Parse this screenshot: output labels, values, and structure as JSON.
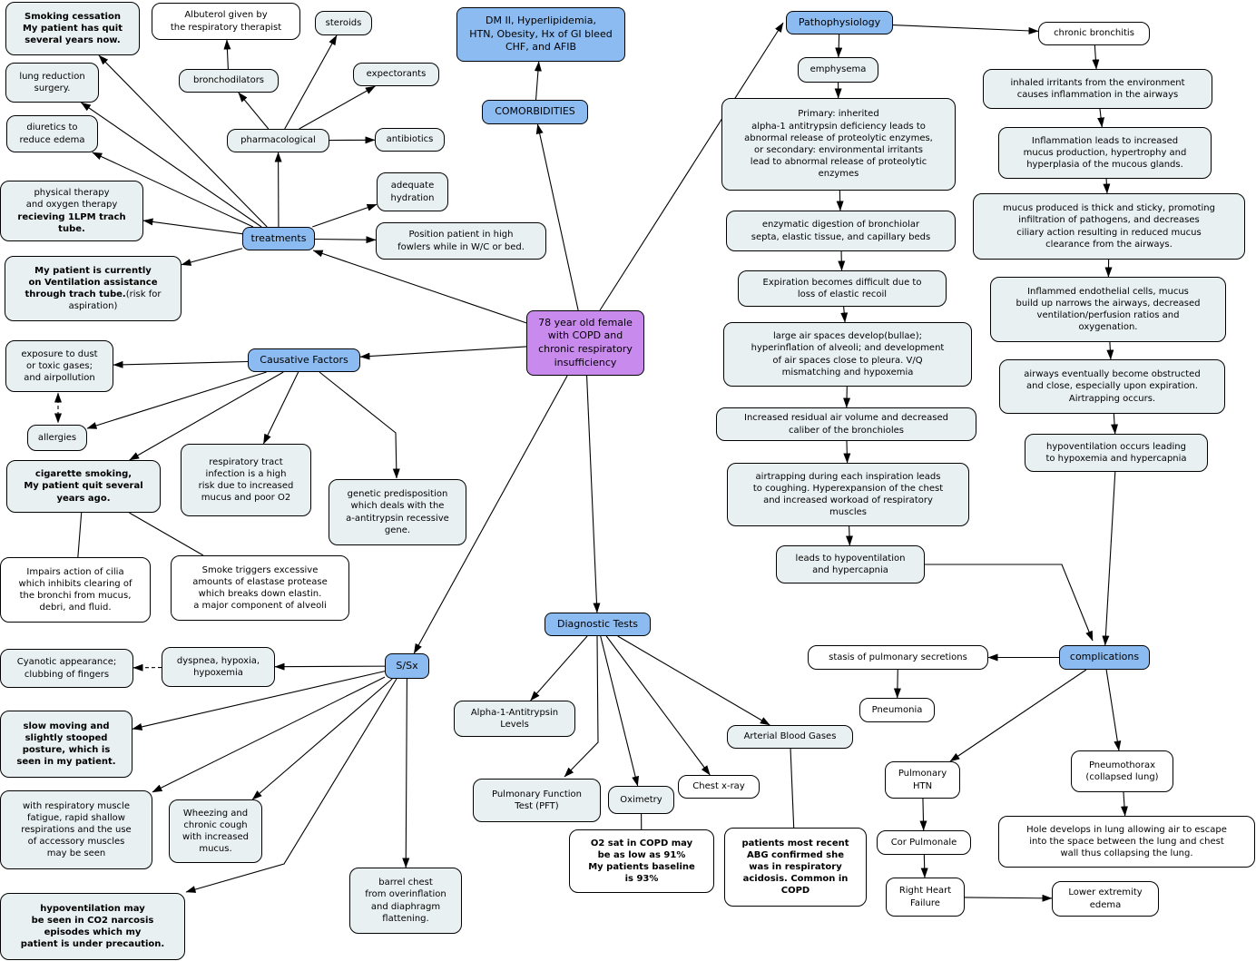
{
  "colors": {
    "concept": "#8cbbf1",
    "main": "#c88aec",
    "note": "#e9f0f1",
    "plain": "#ffffff"
  },
  "nodes": [
    {
      "id": "center",
      "style": "main",
      "label": "78 year old female\nwith COPD and\nchronic respiratory\ninsufficiency"
    },
    {
      "id": "comorbidities",
      "style": "concept",
      "label": "COMORBIDITIES"
    },
    {
      "id": "dm2",
      "style": "concept",
      "label": "DM II, Hyperlipidemia,\nHTN, Obesity, Hx of GI bleed\nCHF, and AFIB"
    },
    {
      "id": "pathophysiology",
      "style": "concept",
      "label": "Pathophysiology"
    },
    {
      "id": "emphysema",
      "style": "note",
      "label": "emphysema"
    },
    {
      "id": "chronic-bronchitis",
      "style": "plain",
      "label": "chronic bronchitis"
    },
    {
      "id": "inhaled",
      "style": "note",
      "label": "inhaled irritants from the environment\ncauses inflammation in the airways"
    },
    {
      "id": "primary",
      "style": "note",
      "label": "Primary: inherited\nalpha-1 antitrypsin deficiency leads to\nabnormal release of proteolytic enzymes,\nor secondary: environmental irritants\nlead to abnormal release of proteolytic\nenzymes"
    },
    {
      "id": "inflammation",
      "style": "note",
      "label": "Inflammation leads to increased\nmucus production, hypertrophy and\nhyperplasia of the mucous glands."
    },
    {
      "id": "mucus",
      "style": "note",
      "label": "mucus produced is thick and sticky, promoting\ninfiltration of pathogens, and decreases\nciliary action resulting in reduced mucus\nclearance from the airways."
    },
    {
      "id": "enzymatic",
      "style": "note",
      "label": "enzymatic digestion of bronchiolar\nsepta, elastic tissue, and capillary beds"
    },
    {
      "id": "expiration",
      "style": "note",
      "label": "Expiration becomes difficult due to\nloss of elastic recoil"
    },
    {
      "id": "inflamed",
      "style": "note",
      "label": "Inflammed endothelial cells, mucus\nbuild up narrows the airways, decreased\nventilation/perfusion ratios and\noxygenation."
    },
    {
      "id": "large-air",
      "style": "note",
      "label": "large air spaces develop(bullae);\nhyperinflation of alveoli; and development\nof air spaces close to pleura. V/Q\nmismatching and hypoxemia"
    },
    {
      "id": "airways",
      "style": "note",
      "label": "airways eventually become obstructed\nand close, especially upon expiration.\nAirtrapping occurs."
    },
    {
      "id": "increased-residual",
      "style": "note",
      "label": "Increased residual air volume and decreased\ncaliber of the bronchioles"
    },
    {
      "id": "hypovent-occurs",
      "style": "note",
      "label": "hypoventilation occurs leading\nto hypoxemia and hypercapnia"
    },
    {
      "id": "airtrapping",
      "style": "note",
      "label": "airtrapping during each inspiration leads\nto coughing. Hyperexpansion of the chest\nand increased workoad of respiratory\nmuscles"
    },
    {
      "id": "leads-hypo",
      "style": "note",
      "label": "leads to hypoventilation\nand hypercapnia"
    },
    {
      "id": "treatments",
      "style": "concept",
      "label": "treatments"
    },
    {
      "id": "pharmacological",
      "style": "note",
      "label": "pharmacological"
    },
    {
      "id": "bronchodilators",
      "style": "note",
      "label": "bronchodilators"
    },
    {
      "id": "albuterol",
      "style": "plain",
      "label": "Albuterol given by\nthe respiratory therapist"
    },
    {
      "id": "steroids",
      "style": "note",
      "label": "steroids"
    },
    {
      "id": "expectorants",
      "style": "note",
      "label": "expectorants"
    },
    {
      "id": "antibiotics",
      "style": "note",
      "label": "antibiotics"
    },
    {
      "id": "smoking",
      "style": "note",
      "bold": true,
      "label": "Smoking cessation\nMy patient has quit\nseveral years now."
    },
    {
      "id": "lung-reduction",
      "style": "note",
      "label": "lung reduction\nsurgery."
    },
    {
      "id": "diuretics",
      "style": "note",
      "label": "diuretics to\nreduce edema"
    },
    {
      "id": "physical-therapy",
      "style": "note",
      "segments": [
        {
          "text": "physical therapy\nand oxygen therapy\n",
          "bold": false
        },
        {
          "text": "recieving 1LPM trach\ntube.",
          "bold": true
        }
      ]
    },
    {
      "id": "my-patient-vent",
      "style": "note",
      "segments": [
        {
          "text": "My patient is currently\non Ventilation assistance\nthrough trach tube.",
          "bold": true
        },
        {
          "text": "(risk for\naspiration)",
          "bold": false
        }
      ]
    },
    {
      "id": "adequate",
      "style": "note",
      "label": "adequate\nhydration"
    },
    {
      "id": "position",
      "style": "note",
      "label": "Position patient in high\nfowlers while in W/C or bed."
    },
    {
      "id": "causative",
      "style": "concept",
      "label": "Causative Factors"
    },
    {
      "id": "exposure",
      "style": "note",
      "label": "exposure to dust\nor toxic gases;\nand airpollution"
    },
    {
      "id": "allergies",
      "style": "note",
      "label": "allergies"
    },
    {
      "id": "cigarette",
      "style": "note",
      "bold": true,
      "label": "cigarette smoking,\nMy patient quit several\nyears ago."
    },
    {
      "id": "resp-tract",
      "style": "note",
      "label": "respiratory tract\ninfection is a high\nrisk due to increased\nmucus and poor O2"
    },
    {
      "id": "genetic",
      "style": "note",
      "label": "genetic predisposition\nwhich deals with the\na-antitrypsin recessive\ngene."
    },
    {
      "id": "impairs",
      "style": "plain",
      "label": "Impairs action of cilia\nwhich inhibits clearing of\nthe bronchi from mucus,\ndebri, and fluid."
    },
    {
      "id": "smoke-triggers",
      "style": "plain",
      "label": "Smoke triggers excessive\namounts of elastase protease\nwhich breaks down elastin.\na major component of alveoli"
    },
    {
      "id": "cyanotic",
      "style": "note",
      "label": "Cyanotic appearance;\nclubbing of fingers"
    },
    {
      "id": "dyspnea",
      "style": "note",
      "label": "dyspnea, hypoxia,\nhypoxemia"
    },
    {
      "id": "s-sx",
      "style": "concept",
      "label": "S/Sx"
    },
    {
      "id": "slow-moving",
      "style": "note",
      "bold": true,
      "label": "slow moving and\nslightly stooped\nposture, which is\nseen in my patient."
    },
    {
      "id": "with-respiratory",
      "style": "note",
      "label": "with respiratory muscle\nfatigue, rapid shallow\nrespirations and the use\nof accessory muscles\nmay be seen"
    },
    {
      "id": "wheezing",
      "style": "note",
      "label": "Wheezing and\nchronic cough\nwith increased\nmucus."
    },
    {
      "id": "hypovent-co2",
      "style": "note",
      "bold": true,
      "label": "hypoventilation may\nbe seen in CO2 narcosis\nepisodes which my\npatient is under precaution."
    },
    {
      "id": "barrel",
      "style": "note",
      "label": "barrel chest\nfrom overinflation\nand diaphragm\nflattening."
    },
    {
      "id": "diagnostic",
      "style": "concept",
      "label": "Diagnostic Tests"
    },
    {
      "id": "alpha1",
      "style": "note",
      "label": "Alpha-1-Antitrypsin\nLevels"
    },
    {
      "id": "pft",
      "style": "note",
      "label": "Pulmonary Function\nTest (PFT)"
    },
    {
      "id": "oximetry",
      "style": "note",
      "label": "Oximetry"
    },
    {
      "id": "chest-xray",
      "style": "plain",
      "label": "Chest x-ray"
    },
    {
      "id": "abg",
      "style": "note",
      "label": "Arterial Blood Gases"
    },
    {
      "id": "o2-sat",
      "style": "plain",
      "bold": true,
      "label": "O2 sat in COPD may\nbe as low as 91%\nMy patients baseline\nis 93%"
    },
    {
      "id": "patients-abg",
      "style": "plain",
      "bold": true,
      "label": "patients most recent\nABG confirmed she\nwas in respiratory\nacidosis. Common in\nCOPD"
    },
    {
      "id": "complications",
      "style": "concept",
      "label": "complications"
    },
    {
      "id": "stasis",
      "style": "plain",
      "label": "stasis of pulmonary secretions"
    },
    {
      "id": "pneumonia",
      "style": "plain",
      "label": "Pneumonia"
    },
    {
      "id": "pulm-htn",
      "style": "plain",
      "label": "Pulmonary\nHTN"
    },
    {
      "id": "pneumothorax",
      "style": "plain",
      "label": "Pneumothorax\n(collapsed lung)"
    },
    {
      "id": "cor",
      "style": "plain",
      "label": "Cor Pulmonale"
    },
    {
      "id": "hole",
      "style": "plain",
      "label": "Hole develops in lung allowing air to escape\ninto the space between the lung and chest\nwall thus collapsing the lung."
    },
    {
      "id": "right-heart",
      "style": "plain",
      "label": "Right Heart\nFailure"
    },
    {
      "id": "lower-edema",
      "style": "plain",
      "label": "Lower extremity\nedema"
    }
  ],
  "edges": [
    {
      "from": "center",
      "to": "comorbidities"
    },
    {
      "from": "comorbidities",
      "to": "dm2"
    },
    {
      "from": "center",
      "to": "pathophysiology"
    },
    {
      "from": "pathophysiology",
      "to": "emphysema"
    },
    {
      "from": "pathophysiology",
      "to": "chronic-bronchitis"
    },
    {
      "from": "emphysema",
      "to": "primary"
    },
    {
      "from": "primary",
      "to": "enzymatic"
    },
    {
      "from": "enzymatic",
      "to": "expiration"
    },
    {
      "from": "expiration",
      "to": "large-air"
    },
    {
      "from": "large-air",
      "to": "increased-residual"
    },
    {
      "from": "increased-residual",
      "to": "airtrapping"
    },
    {
      "from": "airtrapping",
      "to": "leads-hypo"
    },
    {
      "from": "leads-hypo",
      "to": "complications"
    },
    {
      "from": "chronic-bronchitis",
      "to": "inhaled"
    },
    {
      "from": "inhaled",
      "to": "inflammation"
    },
    {
      "from": "inflammation",
      "to": "mucus"
    },
    {
      "from": "mucus",
      "to": "inflamed"
    },
    {
      "from": "inflamed",
      "to": "airways"
    },
    {
      "from": "airways",
      "to": "hypovent-occurs"
    },
    {
      "from": "hypovent-occurs",
      "to": "complications"
    },
    {
      "from": "complications",
      "to": "stasis"
    },
    {
      "from": "stasis",
      "to": "pneumonia"
    },
    {
      "from": "complications",
      "to": "pulm-htn"
    },
    {
      "from": "complications",
      "to": "pneumothorax"
    },
    {
      "from": "pulm-htn",
      "to": "cor"
    },
    {
      "from": "cor",
      "to": "right-heart"
    },
    {
      "from": "right-heart",
      "to": "lower-edema"
    },
    {
      "from": "pneumothorax",
      "to": "hole"
    },
    {
      "from": "center",
      "to": "treatments"
    },
    {
      "from": "treatments",
      "to": "pharmacological"
    },
    {
      "from": "pharmacological",
      "to": "bronchodilators"
    },
    {
      "from": "bronchodilators",
      "to": "albuterol"
    },
    {
      "from": "pharmacological",
      "to": "steroids"
    },
    {
      "from": "pharmacological",
      "to": "expectorants"
    },
    {
      "from": "pharmacological",
      "to": "antibiotics"
    },
    {
      "from": "treatments",
      "to": "smoking"
    },
    {
      "from": "treatments",
      "to": "lung-reduction"
    },
    {
      "from": "treatments",
      "to": "diuretics"
    },
    {
      "from": "treatments",
      "to": "physical-therapy"
    },
    {
      "from": "treatments",
      "to": "my-patient-vent"
    },
    {
      "from": "treatments",
      "to": "adequate"
    },
    {
      "from": "treatments",
      "to": "position"
    },
    {
      "from": "center",
      "to": "causative"
    },
    {
      "from": "causative",
      "to": "exposure"
    },
    {
      "from": "causative",
      "to": "allergies"
    },
    {
      "from": "causative",
      "to": "cigarette"
    },
    {
      "from": "causative",
      "to": "resp-tract"
    },
    {
      "from": "causative",
      "to": "genetic"
    },
    {
      "from": "exposure",
      "to": "allergies",
      "dashed": true,
      "both": true
    },
    {
      "from": "cigarette",
      "to": "impairs",
      "plain": true
    },
    {
      "from": "cigarette",
      "to": "smoke-triggers",
      "plain": true
    },
    {
      "from": "center",
      "to": "s-sx"
    },
    {
      "from": "center",
      "to": "diagnostic"
    },
    {
      "from": "s-sx",
      "to": "dyspnea"
    },
    {
      "from": "dyspnea",
      "to": "cyanotic",
      "dashed": true
    },
    {
      "from": "s-sx",
      "to": "slow-moving"
    },
    {
      "from": "s-sx",
      "to": "with-respiratory"
    },
    {
      "from": "s-sx",
      "to": "wheezing"
    },
    {
      "from": "s-sx",
      "to": "hypovent-co2"
    },
    {
      "from": "s-sx",
      "to": "barrel"
    },
    {
      "from": "diagnostic",
      "to": "alpha1"
    },
    {
      "from": "diagnostic",
      "to": "pft"
    },
    {
      "from": "diagnostic",
      "to": "oximetry"
    },
    {
      "from": "diagnostic",
      "to": "chest-xray"
    },
    {
      "from": "diagnostic",
      "to": "abg"
    },
    {
      "from": "oximetry",
      "to": "o2-sat",
      "plain": true
    },
    {
      "from": "abg",
      "to": "patients-abg",
      "plain": true
    }
  ]
}
